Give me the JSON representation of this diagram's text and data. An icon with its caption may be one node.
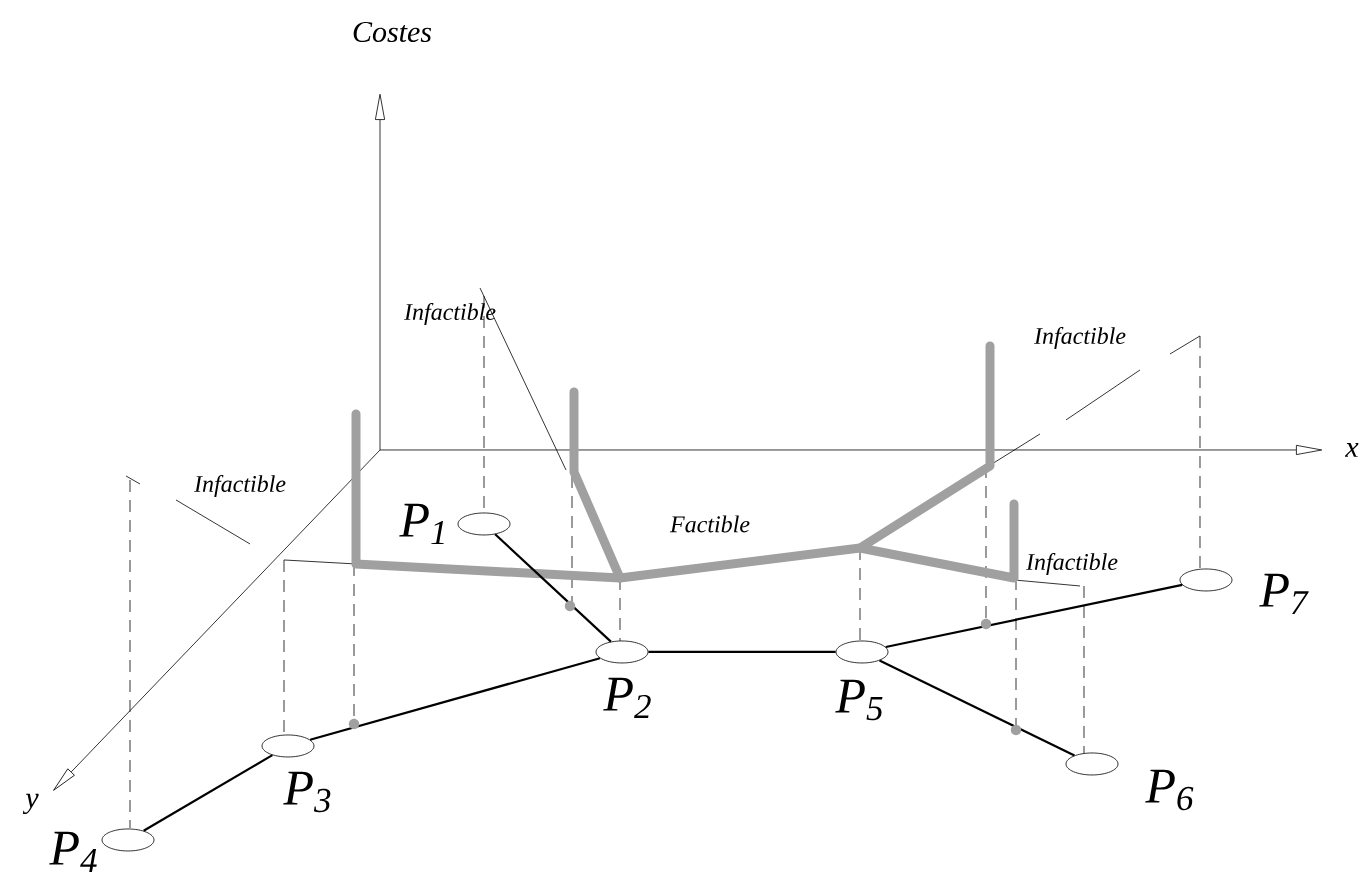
{
  "diagram": {
    "nodes": [
      {
        "text": [],
        "shape": "ellipse",
        "beside": [
          "P$_{1}$"
        ]
      },
      {
        "text": [],
        "shape": "ellipse",
        "beside": [
          "P$_{2}$"
        ]
      },
      {
        "text": [],
        "shape": "ellipse",
        "beside": [
          "P$_{3}$"
        ]
      },
      {
        "text": [],
        "shape": "ellipse",
        "beside": [
          "P$_{4}$"
        ]
      },
      {
        "text": [],
        "shape": "ellipse",
        "beside": [
          "P$_{5}$"
        ]
      },
      {
        "text": [],
        "shape": "ellipse",
        "beside": [
          "P$_{6}$"
        ]
      },
      {
        "text": [],
        "shape": "ellipse",
        "beside": [
          "P$_{7}$"
        ]
      }
    ],
    "edges": [
      {
        "from": 0,
        "to": 1,
        "arrow": "none"
      },
      {
        "from": 1,
        "to": 2,
        "arrow": "none"
      },
      {
        "from": 2,
        "to": 3,
        "arrow": "none"
      },
      {
        "from": 1,
        "to": 4,
        "arrow": "none"
      },
      {
        "from": 4,
        "to": 5,
        "arrow": "none"
      },
      {
        "from": 4,
        "to": 6,
        "arrow": "none"
      }
    ],
    "labels": [
      "Costes",
      "Infactible",
      "Infactible",
      "Infactible",
      "x",
      "Factible",
      "Infactible",
      "y"
    ]
  }
}
